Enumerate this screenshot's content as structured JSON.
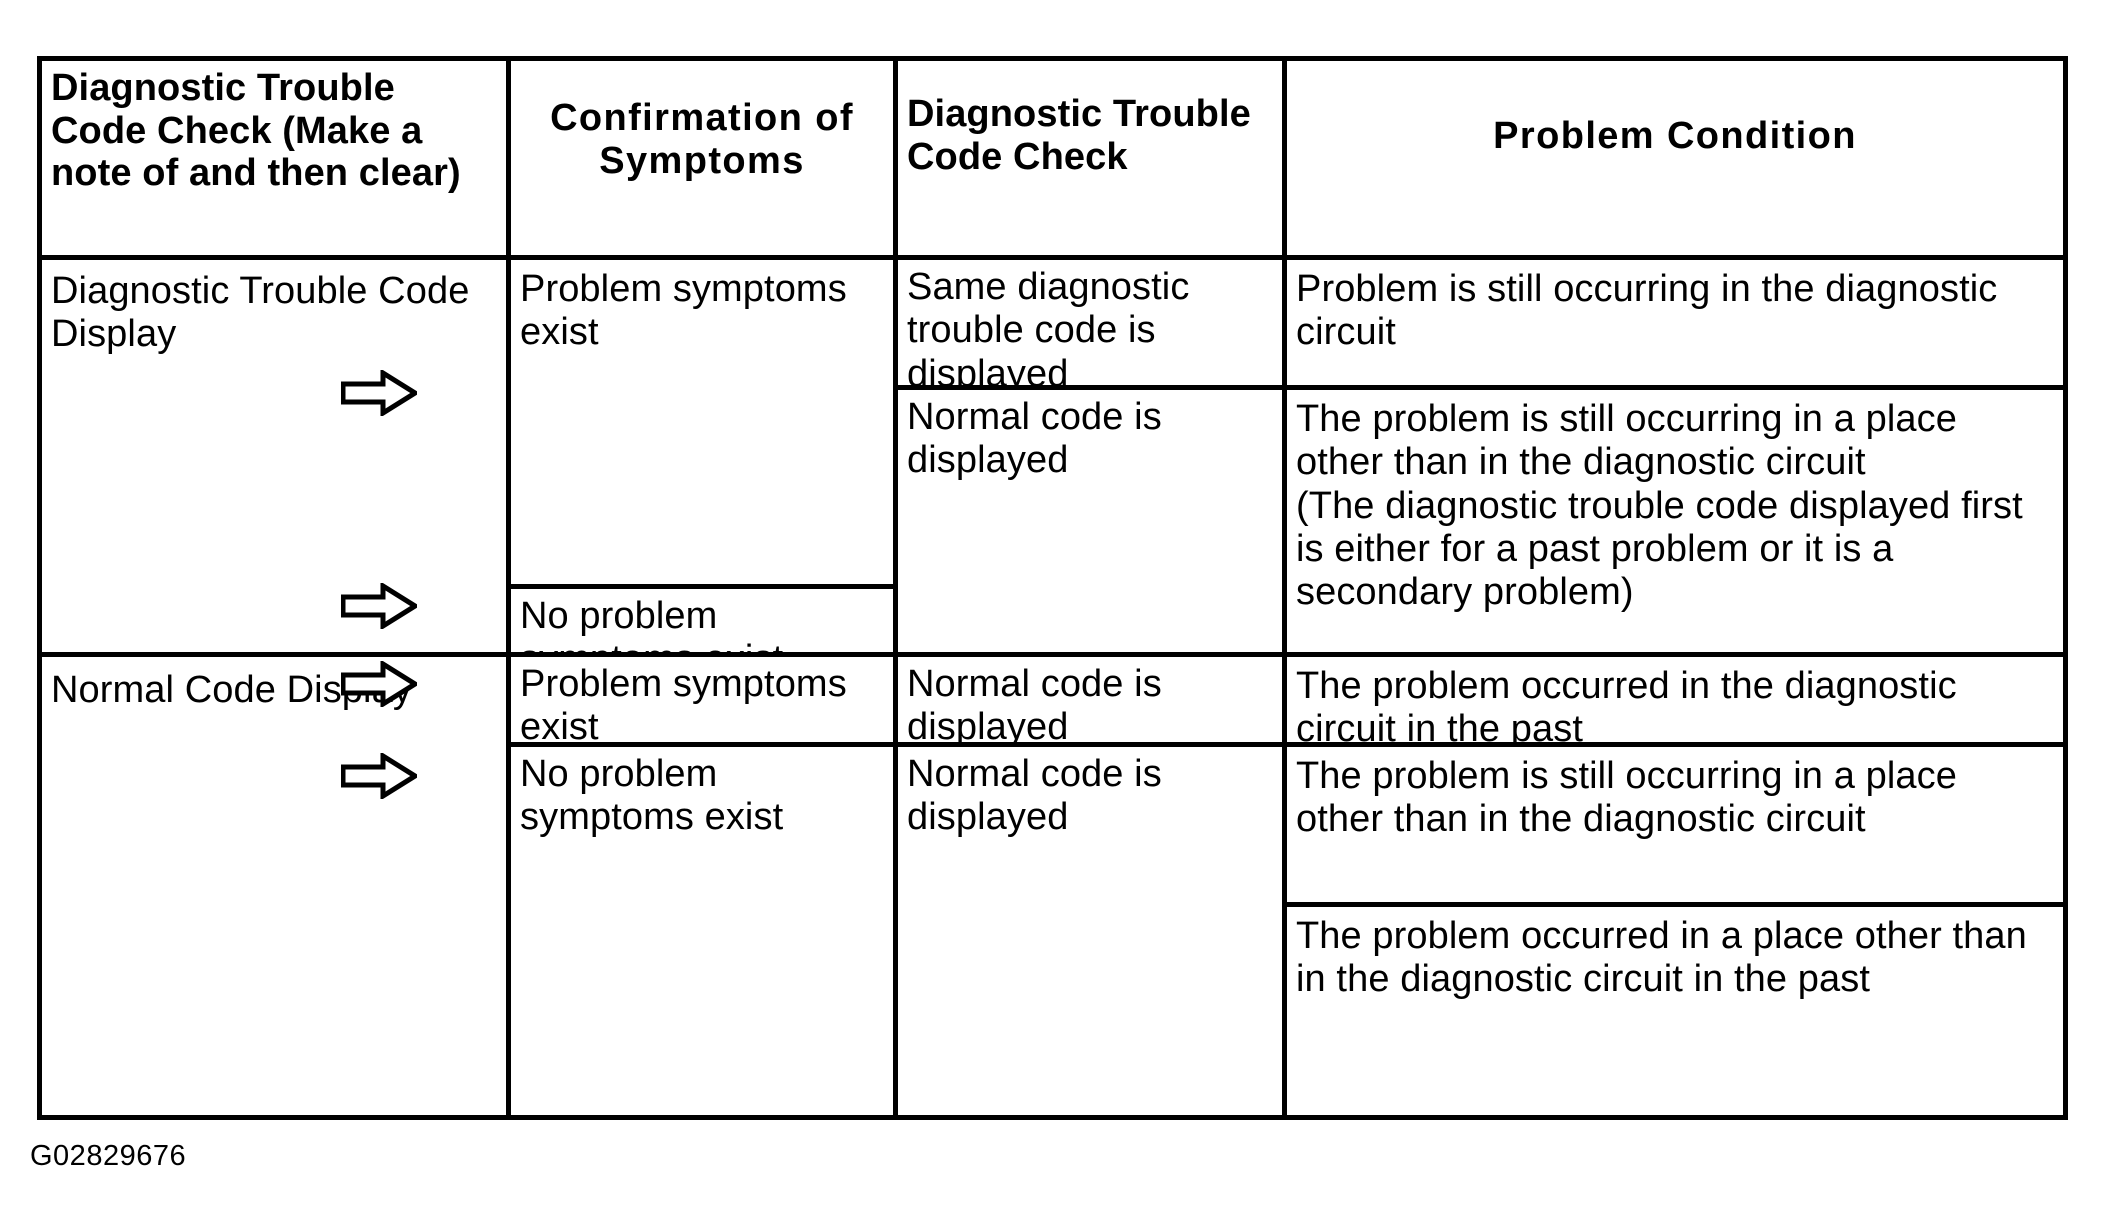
{
  "table": {
    "headers": [
      {
        "id": "dtc-check-note",
        "label": "Diagnostic Trouble Code Check (Make a note of and then clear)"
      },
      {
        "id": "confirmation-of-symptoms",
        "label": "Confirmation of Symptoms"
      },
      {
        "id": "dtc-check",
        "label": "Diagnostic Trouble Code Check"
      },
      {
        "id": "problem-condition",
        "label": "Problem Condition"
      }
    ],
    "col1": [
      {
        "id": "dtc-display",
        "label": "Diagnostic Trouble Code Display"
      },
      {
        "id": "normal-code-display",
        "label": "Normal Code Display"
      }
    ],
    "col2": [
      {
        "id": "problem-symptoms-exist-1",
        "label": "Problem symptoms exist"
      },
      {
        "id": "no-problem-symptoms-exist-1",
        "label": "No problem symptoms exist"
      },
      {
        "id": "problem-symptoms-exist-2",
        "label": "Problem symptoms exist"
      },
      {
        "id": "no-problem-symptoms-exist-2",
        "label": "No problem symptoms exist"
      }
    ],
    "col3": [
      {
        "id": "same-dtc-displayed",
        "label": "Same diagnostic trouble code is displayed"
      },
      {
        "id": "normal-code-displayed-1",
        "label": "Normal code is displayed"
      },
      {
        "id": "normal-code-displayed-2",
        "label": "Normal code is displayed"
      },
      {
        "id": "normal-code-displayed-3",
        "label": "Normal code is displayed"
      }
    ],
    "col4": [
      {
        "id": "condition-1",
        "label": "Problem is still occurring in the diagnostic circuit"
      },
      {
        "id": "condition-2",
        "label": "The problem is still occurring in a place other than in the diagnostic circuit\n(The diagnostic trouble code displayed first is either for a past problem or it is a secondary problem)"
      },
      {
        "id": "condition-3",
        "label": "The problem occurred in the diagnostic circuit in the past"
      },
      {
        "id": "condition-4",
        "label": "The problem is still occurring in a place other than in the diagnostic circuit"
      },
      {
        "id": "condition-5",
        "label": "The problem occurred in a place other than in the diagnostic circuit in the past"
      }
    ]
  },
  "figure": {
    "caption": "G02829676"
  },
  "colors": {
    "ink": "#000000",
    "paper": "#ffffff"
  }
}
